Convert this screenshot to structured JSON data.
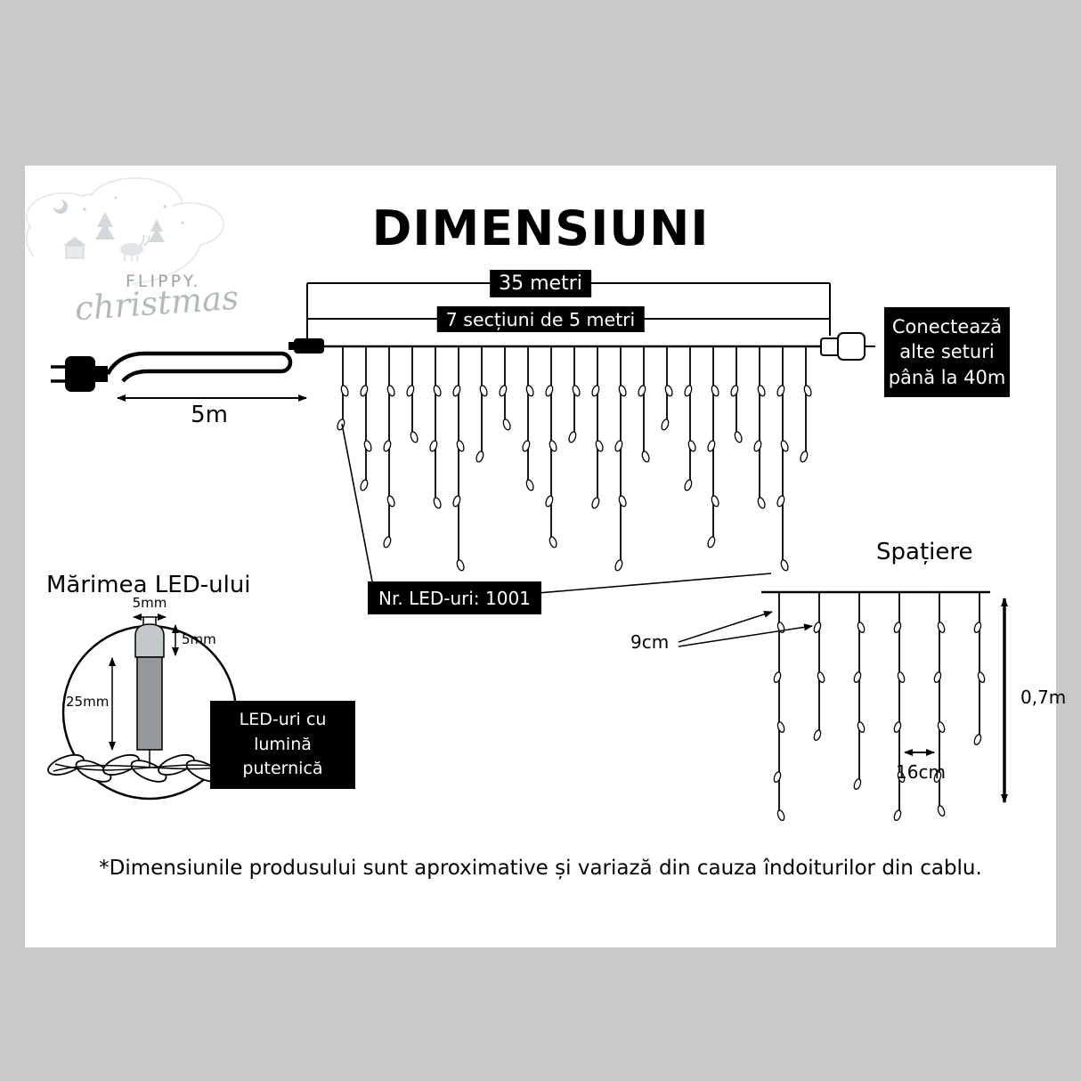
{
  "colors": {
    "background": "#c9c9c9",
    "panel": "#ffffff",
    "ink": "#000000",
    "label_box_bg": "#000000",
    "label_box_text": "#ffffff",
    "logo_gray": "#9ba3a7"
  },
  "page": {
    "title": "DIMENSIUNI",
    "footnote": "*Dimensiunile produsului sunt aproximative și variază din cauza îndoiturilor din cablu."
  },
  "logo": {
    "brand": "FLIPPY.",
    "script": "christmas"
  },
  "main_diagram": {
    "total_length": "35 metri",
    "sections": "7 secțiuni de 5 metri",
    "lead_length": "5m",
    "connect_note": "Conectează\nalte seturi\npână la 40m",
    "led_count": "Nr. LED-uri: 1001"
  },
  "spacing_diagram": {
    "heading": "Spațiere",
    "led_gap": "9cm",
    "drop_gap": "16cm",
    "drop_height": "0,7m"
  },
  "led_diagram": {
    "heading": "Mărimea LED-ului",
    "width": "5mm",
    "cap_height": "5mm",
    "body_height": "25mm",
    "note": "LED-uri cu lumină\nputernică"
  }
}
